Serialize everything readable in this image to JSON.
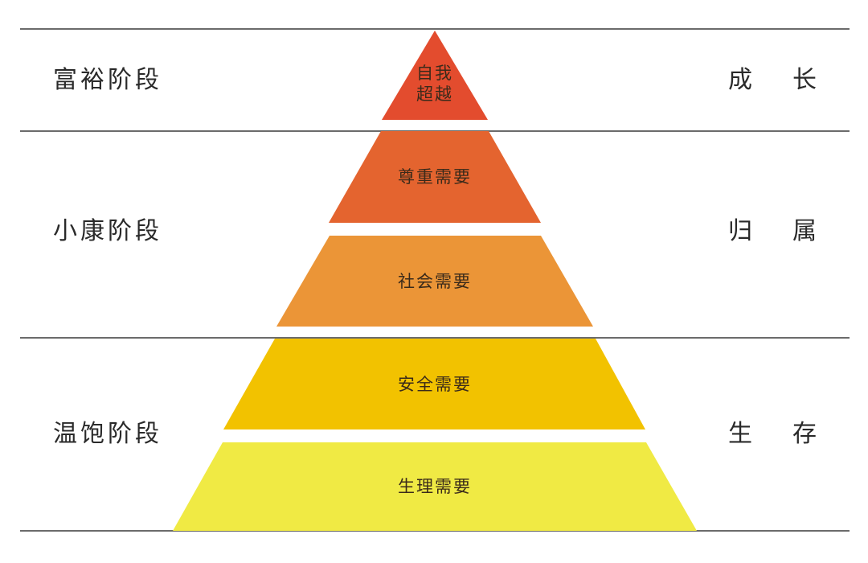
{
  "stages": [
    {
      "label": "富裕阶段",
      "theme": [
        "成",
        "长"
      ]
    },
    {
      "label": "小康阶段",
      "theme": [
        "归",
        "属"
      ]
    },
    {
      "label": "温饱阶段",
      "theme": [
        "生",
        "存"
      ]
    }
  ],
  "pyramid": {
    "levels": [
      {
        "label_line1": "自我",
        "label_line2": "超越",
        "color": "#e34c2e"
      },
      {
        "label": "尊重需要",
        "color": "#e4642f"
      },
      {
        "label": "社会需要",
        "color": "#eb9537"
      },
      {
        "label": "安全需要",
        "color": "#f2c200"
      },
      {
        "label": "生理需要",
        "color": "#f0ea44"
      }
    ]
  },
  "colors": {
    "divider": "#6b6b6b",
    "text": "#2a2a2a"
  }
}
